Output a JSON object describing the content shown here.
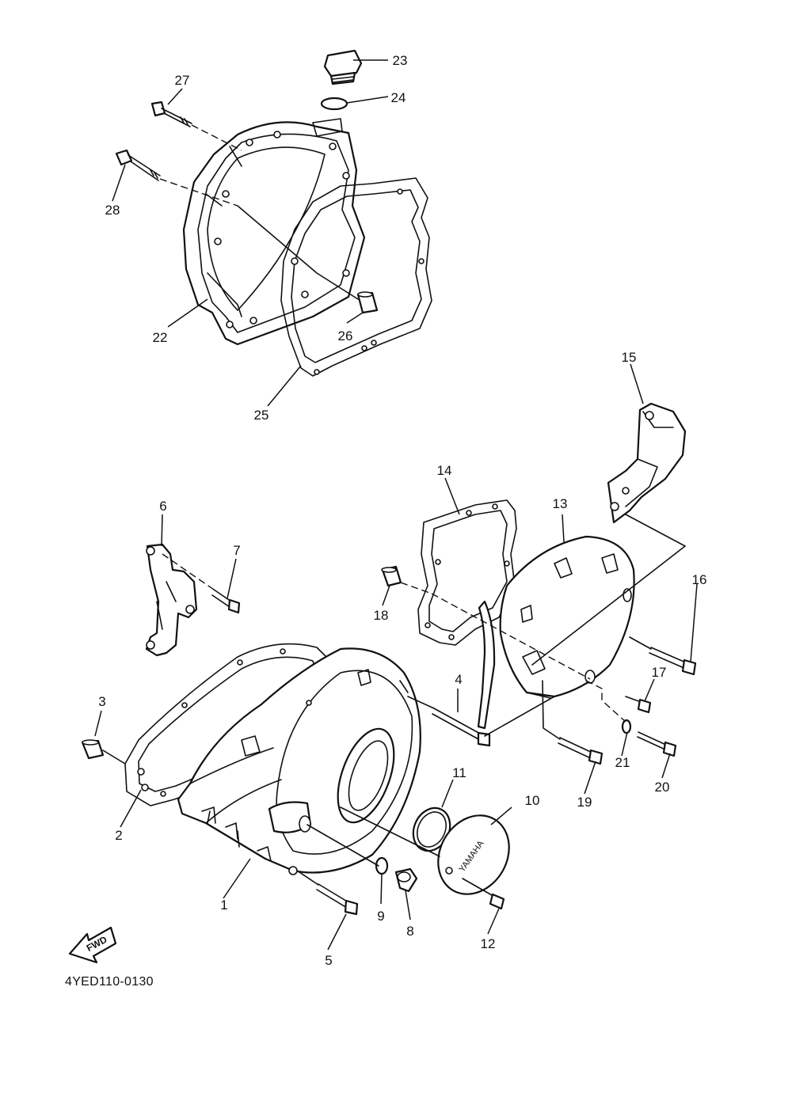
{
  "diagram_ref": "4YED110-0130",
  "fwd_label": "FWD",
  "cover_emblem": "YAMAHA",
  "callouts": [
    "1",
    "2",
    "3",
    "4",
    "5",
    "6",
    "7",
    "8",
    "9",
    "10",
    "11",
    "12",
    "13",
    "14",
    "15",
    "16",
    "17",
    "18",
    "19",
    "20",
    "21",
    "22",
    "23",
    "24",
    "25",
    "26",
    "27",
    "28"
  ]
}
